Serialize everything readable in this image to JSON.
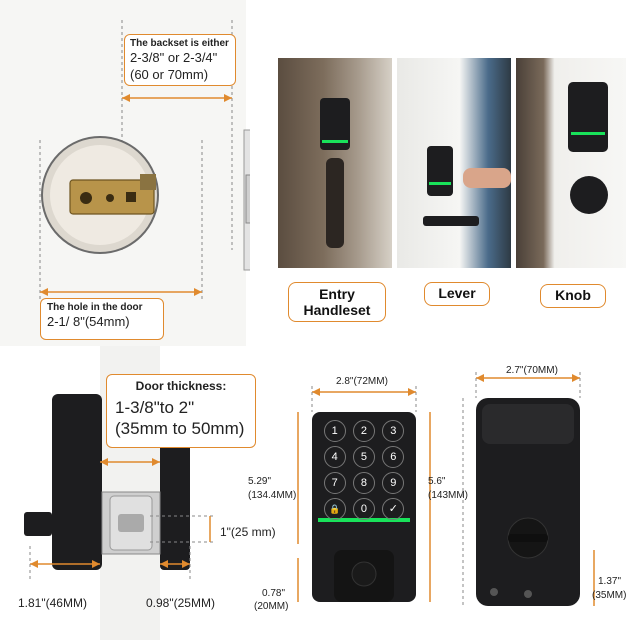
{
  "backset": {
    "caption": "The backset is either",
    "line1": "2-3/8\" or 2-3/4\"",
    "line2": "(60 or 70mm)"
  },
  "hole": {
    "caption": "The hole in the door",
    "value": "2-1/ 8\"(54mm)"
  },
  "styles": {
    "entry": "Entry",
    "entry2": "Handleset",
    "lever": "Lever",
    "knob": "Knob"
  },
  "thickness": {
    "caption": "Door thickness:",
    "line1": "1-3/8\"to 2\"",
    "line2": "(35mm to 50mm)"
  },
  "dims": {
    "latch_height": "1\"(25 mm)",
    "depth_outer": "1.81\"(46MM)",
    "depth_inner": "0.98\"(25MM)",
    "front_width": "2.8\"(72MM)",
    "front_height_a": "5.29\"",
    "front_height_b": "(134.4MM)",
    "front_total_a": "5.6\"",
    "front_total_b": "(143MM)",
    "front_bottom_a": "0.78\"",
    "front_bottom_b": "(20MM)",
    "back_width": "2.7\"(70MM)",
    "back_bottom_a": "1.37\"",
    "back_bottom_b": "(35MM)"
  },
  "colors": {
    "accent": "#e08a2e",
    "lock_body": "#1d1d1f",
    "keypad_green": "#19e25a"
  },
  "keypad": {
    "keys": [
      "1",
      "2",
      "3",
      "4",
      "5",
      "6",
      "7",
      "8",
      "9",
      "🔒",
      "0",
      "✓"
    ]
  }
}
